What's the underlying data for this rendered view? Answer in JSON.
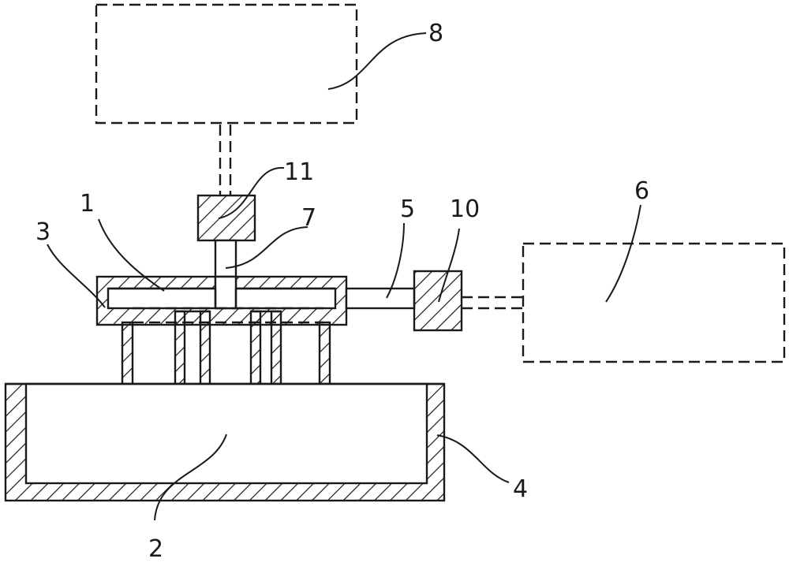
{
  "labels": {
    "l1": "1",
    "l2": "2",
    "l3": "3",
    "l4": "4",
    "l5": "5",
    "l6": "6",
    "l7": "7",
    "l8": "8",
    "l10": "10",
    "l11": "11"
  }
}
